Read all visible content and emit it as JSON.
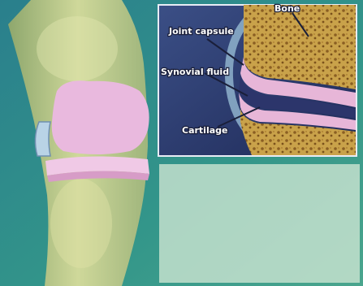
{
  "labels": {
    "bone": "Bone",
    "joint_capsule": "Joint capsule",
    "synovial_fluid": "Synovial fluid",
    "cartilage": "Cartilage"
  },
  "colors": {
    "background": "#2f8f88",
    "bone": "#c9a24a",
    "cartilage": "#e7b6d8",
    "synovial_fluid": "#2c356b",
    "capsule": "#8fb3cc",
    "text_panel": "#cfe7d4"
  }
}
